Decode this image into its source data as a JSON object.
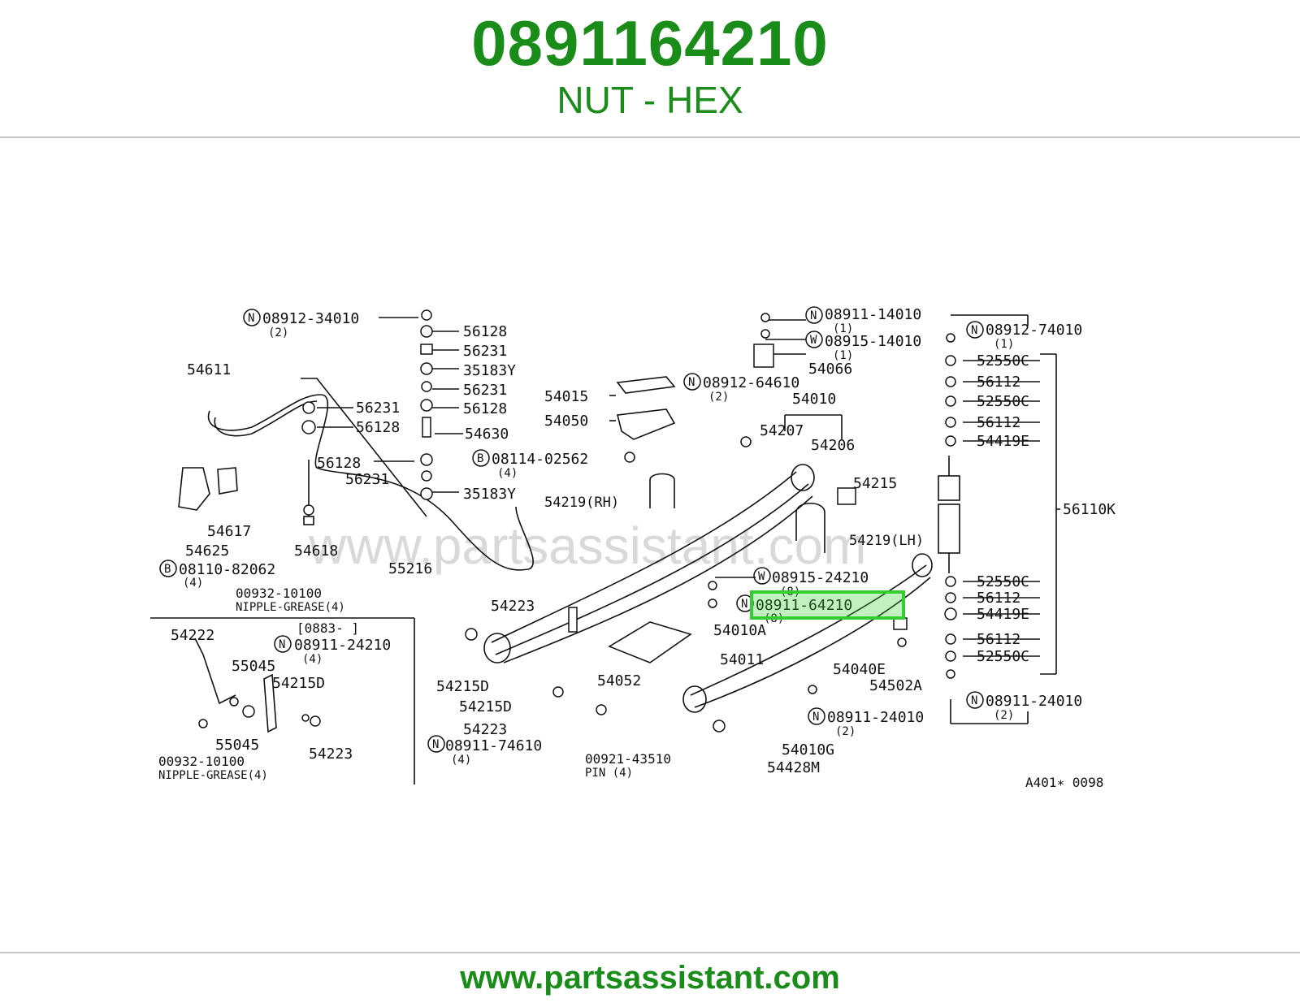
{
  "header": {
    "part_number": "0891164210",
    "part_name": "NUT - HEX"
  },
  "footer": {
    "url": "www.partsassistant.com"
  },
  "diagram": {
    "watermark": "www.partsassistant.com",
    "figure_code": "A401∗ 0098",
    "highlight_color": "#33cc33",
    "labels": {
      "l56128a": "56128",
      "l56231a": "56231",
      "l35183a": "35183Y",
      "l56231b": "56231",
      "l56128b": "56128",
      "l56231c": "56231",
      "l56128c": "56128",
      "l54630": "54630",
      "l56128d": "56128",
      "l56231d": "56231",
      "l35183b": "35183Y",
      "l54611": "54611",
      "l54617": "54617",
      "l54625": "54625",
      "l54618": "54618",
      "l55216": "55216",
      "l00932a": "00932-10100",
      "lnipa": "NIPPLE-GREASE(4)",
      "l54223a": "54223",
      "l54222": "54222",
      "l0883": "[0883-      ]",
      "l55045a": "55045",
      "l54215Da": "54215D",
      "l55045b": "55045",
      "l54223b": "54223",
      "l00932b": "00932-10100",
      "lnipb": "NIPPLE-GREASE(4)",
      "l08911_24210a": "08911-24210",
      "q4a": "(4)",
      "l08912_34010": "08912-34010",
      "q2a": "(2)",
      "l08110": "08110-82062",
      "q4b": "(4)",
      "l54015": "54015",
      "l54050": "54050",
      "l08114": "08114-02562",
      "q4c": "(4)",
      "l54219RH": "54219(RH)",
      "l54215Db": "54215D",
      "l54215Dc": "54215D",
      "l54223c": "54223",
      "l08911_74610": "08911-74610",
      "q4d": "(4)",
      "l54052": "54052",
      "l00921": "00921-43510",
      "lpin": "PIN (4)",
      "l08911_14010": "08911-14010",
      "q1a": "(1)",
      "l08915_14010": "08915-14010",
      "q1b": "(1)",
      "l54066": "54066",
      "l08912_64610": "08912-64610",
      "q2b": "(2)",
      "l54010": "54010",
      "l54207": "54207",
      "l54206": "54206",
      "l54215": "54215",
      "l54219LH": "54219(LH)",
      "l08915_24210": "08915-24210",
      "q8a": "(8)",
      "l08911_64210": "08911-64210",
      "q8b": "(8)",
      "l54010A": "54010A",
      "l54011": "54011",
      "l54040E": "54040E",
      "l54502A": "54502A",
      "l08911_24010a": "08911-24010",
      "q2c": "(2)",
      "l54010G": "54010G",
      "l54428M": "54428M",
      "l08912_74010": "08912-74010",
      "q1c": "(1)",
      "l52550Ca": "52550C",
      "l56112a": "56112",
      "l52550Cb": "52550C",
      "l56112b": "56112",
      "l54419Ea": "54419E",
      "l56110K": "56110K",
      "l52550Cc": "52550C",
      "l56112c": "56112",
      "l54419Eb": "54419E",
      "l56112d": "56112",
      "l52550Cd": "52550C",
      "l08911_24010b": "08911-24010",
      "q2d": "(2)",
      "cN": "N",
      "cW": "W",
      "cB": "B"
    }
  }
}
